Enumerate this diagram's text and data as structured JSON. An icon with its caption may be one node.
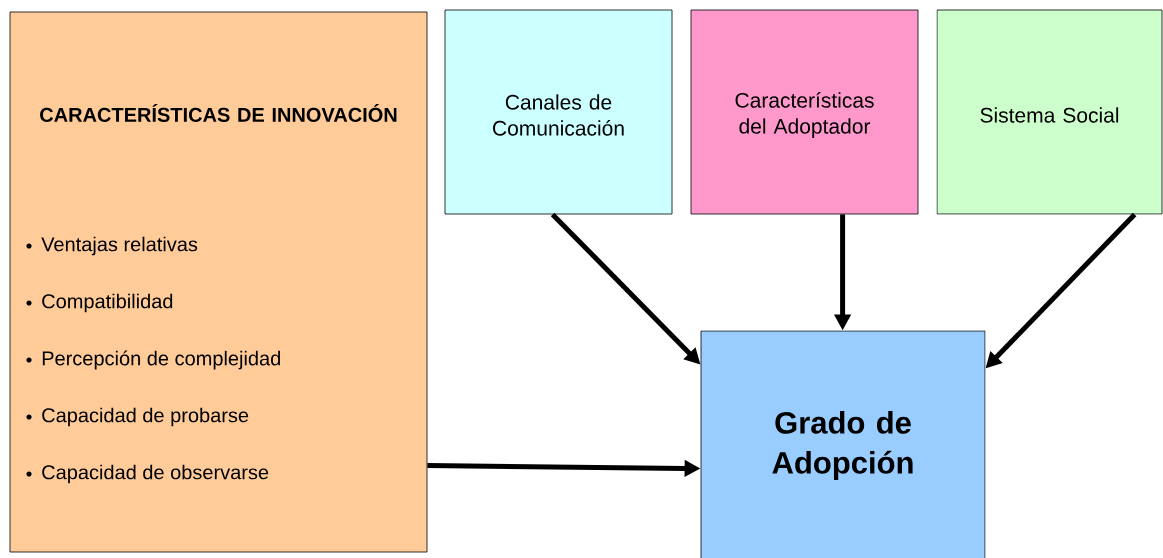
{
  "diagram": {
    "nodes": [
      {
        "text": [
          "CARACTERÍSTICAS DE INNOVACIÓN",
          "Ventajas relativas",
          "Compatibilidad",
          "Percepción de complejidad",
          "Capacidad de probarse",
          "Capacidad de observarse"
        ]
      },
      {
        "text": [
          "Canales de Comunicación"
        ]
      },
      {
        "text": [
          "Características del Adoptador"
        ]
      },
      {
        "text": [
          "Sistema Social"
        ]
      },
      {
        "text": [
          "Grado de Adopción"
        ]
      }
    ],
    "edges": [
      {
        "from": 1,
        "to": 4,
        "arrow": "to"
      },
      {
        "from": 2,
        "to": 4,
        "arrow": "to"
      },
      {
        "from": 3,
        "to": 4,
        "arrow": "to"
      },
      {
        "from": 0,
        "to": 4,
        "arrow": "to"
      }
    ]
  }
}
